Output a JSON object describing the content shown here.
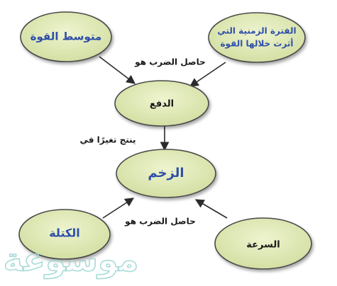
{
  "colors": {
    "node_fill": "#eef4cf",
    "node_fill_edge": "#d3dfa3",
    "node_stroke": "#4a4a4a",
    "arrow": "#2b2b2b",
    "label_blue": "#2f4fa8",
    "label_dark": "#1a1a1a",
    "watermark": "#9fd8d4"
  },
  "nodes": {
    "average_force": "متوسط القوة",
    "time_interval_line1": "الفترة الزمنية التي",
    "time_interval_line2": "أثرت خلالها القوة",
    "impulse": "الدفع",
    "momentum": "الزخم",
    "mass": "الكتلة",
    "velocity": "السرعة"
  },
  "edge_labels": {
    "product_top": "حاصل الضرب هو",
    "produces_change": "ينتج تغيرًا في",
    "product_bottom": "حاصل الضرب هو"
  },
  "watermark_text": "موسوعة"
}
